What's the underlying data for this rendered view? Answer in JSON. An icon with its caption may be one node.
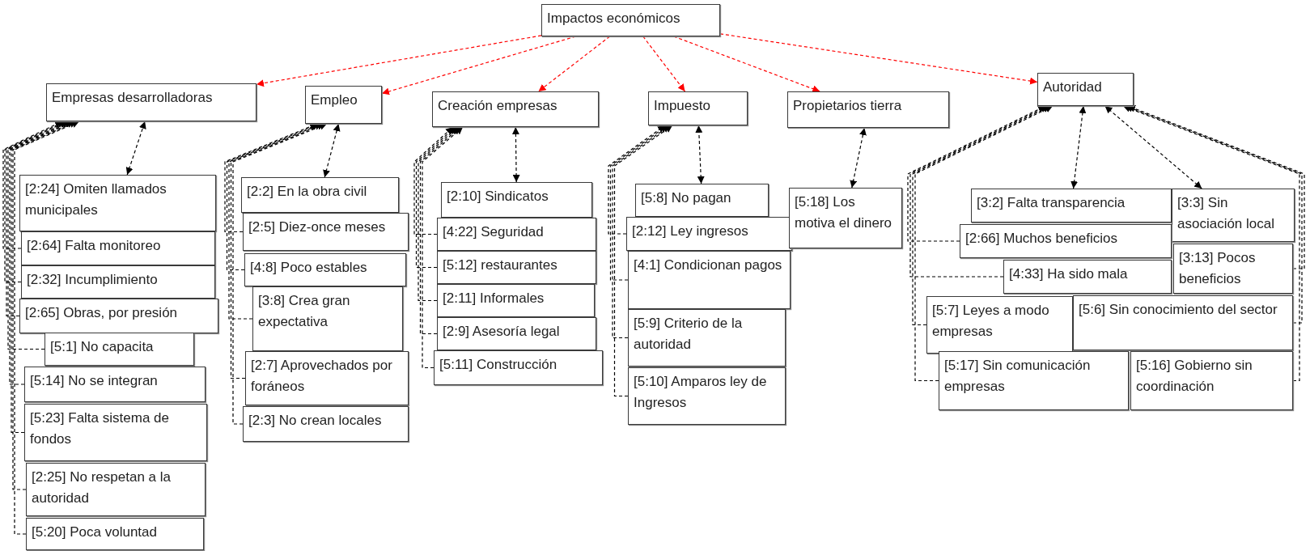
{
  "diagram": {
    "nodes": [
      {
        "text": [
          "Impactos económicos"
        ]
      },
      {
        "text": [
          "Empresas desarrolladoras"
        ]
      },
      {
        "text": [
          "Empleo"
        ]
      },
      {
        "text": [
          "Creación empresas"
        ]
      },
      {
        "text": [
          "Impuesto"
        ]
      },
      {
        "text": [
          "Propietarios tierra"
        ]
      },
      {
        "text": [
          "Autoridad"
        ]
      },
      {
        "text": [
          "[2:24] Omiten llamados municipales"
        ]
      },
      {
        "text": [
          "[2:64] Falta monitoreo"
        ]
      },
      {
        "text": [
          "[2:32] Incumplimiento"
        ]
      },
      {
        "text": [
          "[2:65] Obras, por presión"
        ]
      },
      {
        "text": [
          "[5:1] No capacita"
        ]
      },
      {
        "text": [
          "[5:14] No se integran"
        ]
      },
      {
        "text": [
          "[5:23] Falta sistema de fondos"
        ]
      },
      {
        "text": [
          "[2:25] No respetan a la autoridad"
        ]
      },
      {
        "text": [
          "[5:20] Poca voluntad"
        ]
      },
      {
        "text": [
          "[2:2] En la obra civil"
        ]
      },
      {
        "text": [
          "[2:5] Diez-once meses"
        ]
      },
      {
        "text": [
          "[4:8] Poco estables"
        ]
      },
      {
        "text": [
          "[3:8] Crea gran expectativa"
        ]
      },
      {
        "text": [
          "[2:7] Aprovechados por foráneos"
        ]
      },
      {
        "text": [
          "[2:3] No crean locales"
        ]
      },
      {
        "text": [
          "[2:10] Sindicatos"
        ]
      },
      {
        "text": [
          "[4:22] Seguridad"
        ]
      },
      {
        "text": [
          "[5:12] restaurantes"
        ]
      },
      {
        "text": [
          "[2:11] Informales"
        ]
      },
      {
        "text": [
          "[2:9] Asesoría legal"
        ]
      },
      {
        "text": [
          "[5:11] Construcción"
        ]
      },
      {
        "text": [
          "[5:8] No pagan"
        ]
      },
      {
        "text": [
          "[2:12] Ley ingresos"
        ]
      },
      {
        "text": [
          "[4:1] Condicionan pagos"
        ]
      },
      {
        "text": [
          "[5:9] Criterio de la autoridad"
        ]
      },
      {
        "text": [
          "[5:10] Amparos ley de Ingresos"
        ]
      },
      {
        "text": [
          "[5:18] Los motiva el dinero"
        ]
      },
      {
        "text": [
          "[3:2] Falta transparencia"
        ]
      },
      {
        "text": [
          "[3:3] Sin asociación local"
        ]
      },
      {
        "text": [
          "[2:66] Muchos beneficios"
        ]
      },
      {
        "text": [
          "[3:13] Pocos beneficios"
        ]
      },
      {
        "text": [
          "[4:33] Ha sido mala"
        ]
      },
      {
        "text": [
          "[5:7] Leyes a modo empresas"
        ]
      },
      {
        "text": [
          "[5:6] Sin conocimiento del sector"
        ]
      },
      {
        "text": [
          "[5:17] Sin comunicación empresas"
        ]
      },
      {
        "text": [
          "[5:16] Gobierno sin coordinación"
        ]
      }
    ],
    "edges": [
      {
        "from": 0,
        "to": 1,
        "arrow": "to",
        "color": "#ff0000"
      },
      {
        "from": 0,
        "to": 2,
        "arrow": "to",
        "color": "#ff0000"
      },
      {
        "from": 0,
        "to": 3,
        "arrow": "to",
        "color": "#ff0000"
      },
      {
        "from": 0,
        "to": 4,
        "arrow": "to",
        "color": "#ff0000"
      },
      {
        "from": 0,
        "to": 5,
        "arrow": "to",
        "color": "#ff0000"
      },
      {
        "from": 0,
        "to": 6,
        "arrow": "to",
        "color": "#ff0000"
      },
      {
        "from": 7,
        "to": 1,
        "arrow": "both"
      },
      {
        "from": 8,
        "to": 1,
        "arrow": "to"
      },
      {
        "from": 9,
        "to": 1,
        "arrow": "to"
      },
      {
        "from": 10,
        "to": 1,
        "arrow": "to"
      },
      {
        "from": 11,
        "to": 1,
        "arrow": "to"
      },
      {
        "from": 12,
        "to": 1,
        "arrow": "to"
      },
      {
        "from": 13,
        "to": 1,
        "arrow": "to"
      },
      {
        "from": 14,
        "to": 1,
        "arrow": "to"
      },
      {
        "from": 15,
        "to": 1,
        "arrow": "to"
      },
      {
        "from": 16,
        "to": 2,
        "arrow": "both"
      },
      {
        "from": 17,
        "to": 2,
        "arrow": "to"
      },
      {
        "from": 18,
        "to": 2,
        "arrow": "to"
      },
      {
        "from": 19,
        "to": 2,
        "arrow": "to"
      },
      {
        "from": 20,
        "to": 2,
        "arrow": "to"
      },
      {
        "from": 21,
        "to": 2,
        "arrow": "to"
      },
      {
        "from": 22,
        "to": 3,
        "arrow": "both"
      },
      {
        "from": 23,
        "to": 3,
        "arrow": "to"
      },
      {
        "from": 24,
        "to": 3,
        "arrow": "to"
      },
      {
        "from": 25,
        "to": 3,
        "arrow": "to"
      },
      {
        "from": 26,
        "to": 3,
        "arrow": "to"
      },
      {
        "from": 27,
        "to": 3,
        "arrow": "to"
      },
      {
        "from": 28,
        "to": 4,
        "arrow": "both"
      },
      {
        "from": 29,
        "to": 4,
        "arrow": "to"
      },
      {
        "from": 30,
        "to": 4,
        "arrow": "to"
      },
      {
        "from": 31,
        "to": 4,
        "arrow": "to"
      },
      {
        "from": 32,
        "to": 4,
        "arrow": "to"
      },
      {
        "from": 33,
        "to": 5,
        "arrow": "both"
      },
      {
        "from": 34,
        "to": 6,
        "arrow": "both"
      },
      {
        "from": 35,
        "to": 6,
        "arrow": "both"
      },
      {
        "from": 36,
        "to": 6,
        "arrow": "to"
      },
      {
        "from": 37,
        "to": 6,
        "arrow": "to"
      },
      {
        "from": 38,
        "to": 6,
        "arrow": "to"
      },
      {
        "from": 39,
        "to": 6,
        "arrow": "to"
      },
      {
        "from": 40,
        "to": 6,
        "arrow": "to"
      },
      {
        "from": 41,
        "to": 6,
        "arrow": "to"
      },
      {
        "from": 42,
        "to": 6,
        "arrow": "to"
      }
    ]
  }
}
